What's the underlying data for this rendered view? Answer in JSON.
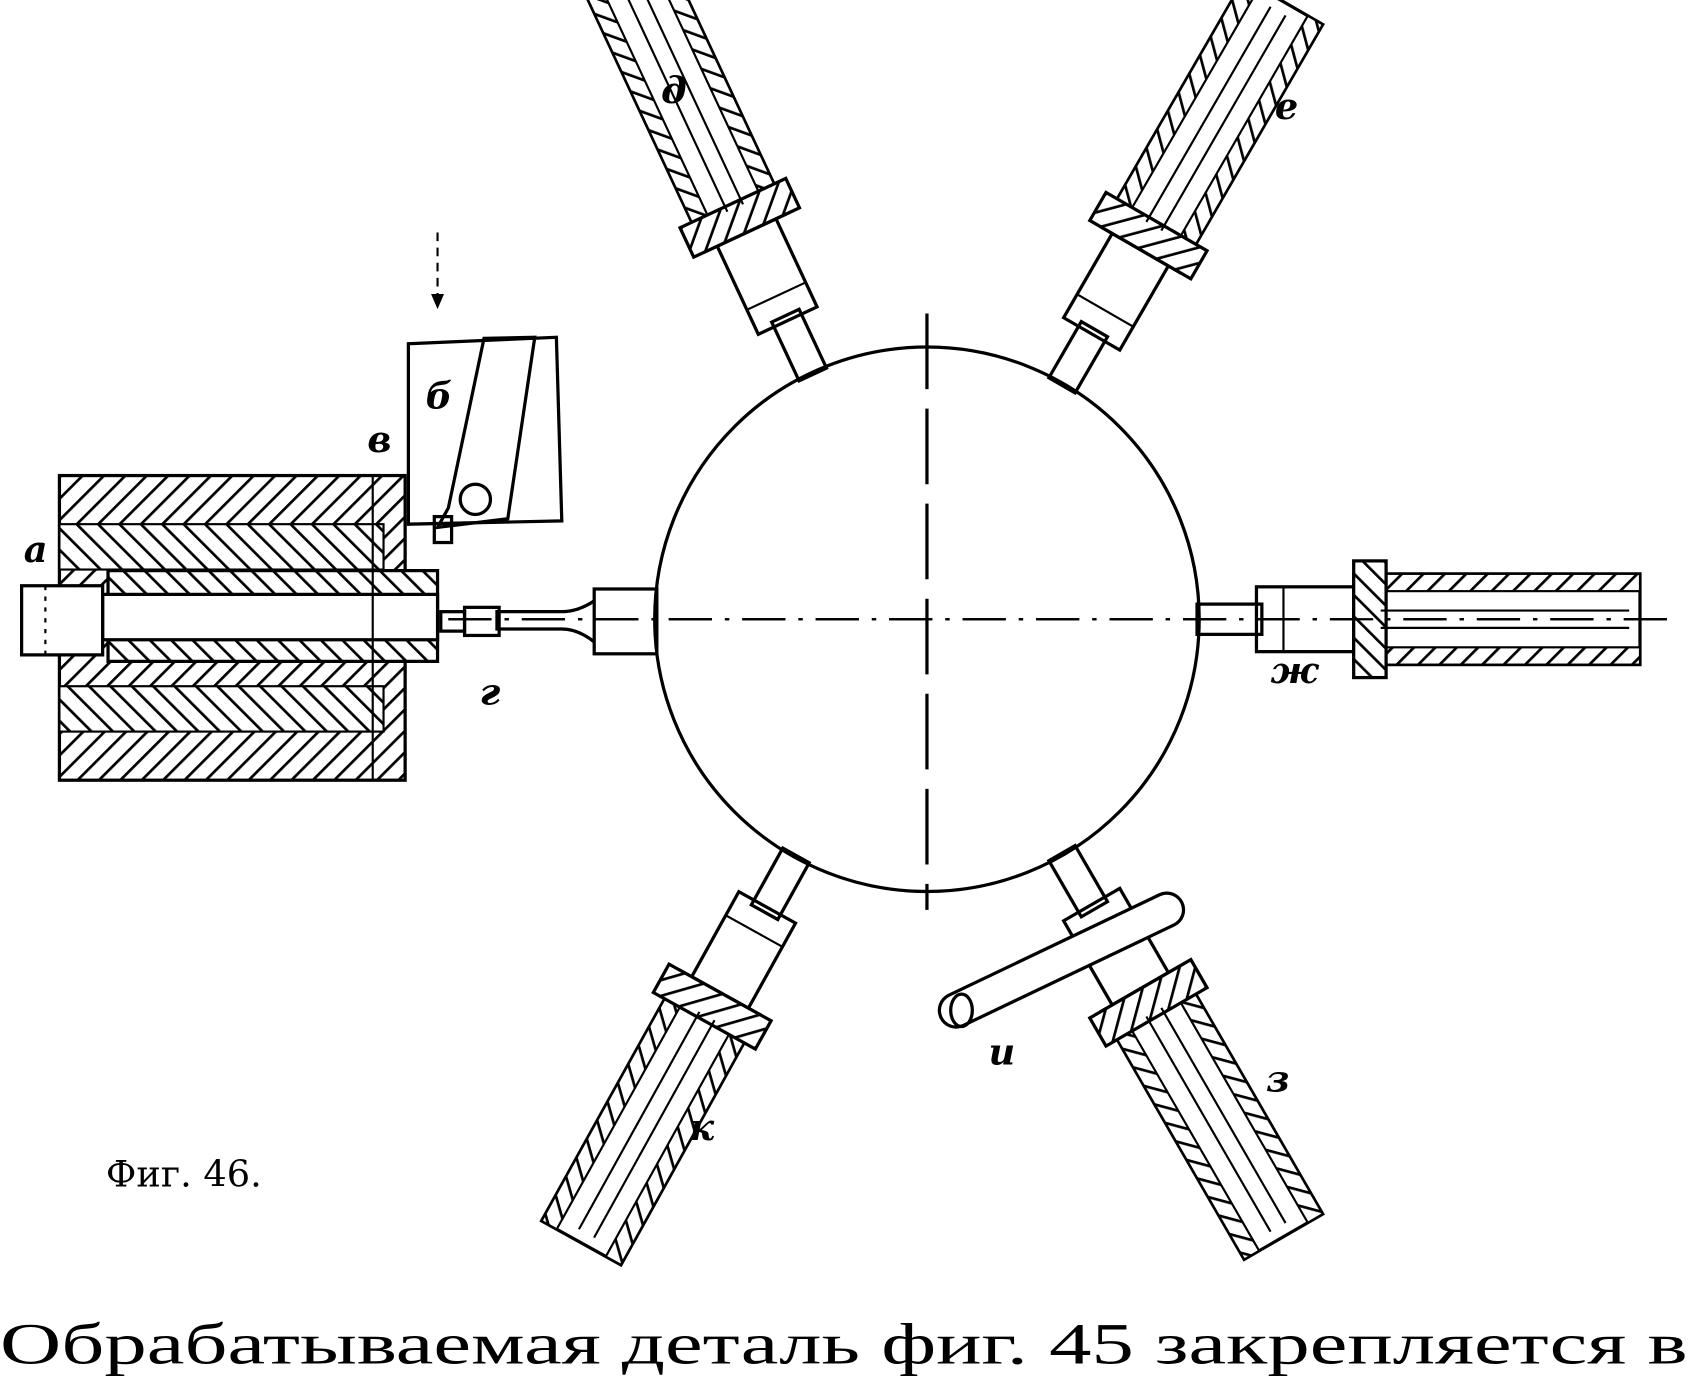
{
  "figure": {
    "caption_label": "Фиг. 46.",
    "labels": {
      "a": "а",
      "b": "б",
      "v": "в",
      "g": "г",
      "d": "д",
      "e": "е",
      "zh": "ж",
      "z": "з",
      "i": "и",
      "k": "к"
    }
  },
  "body_text": "Обрабатываемая деталь фиг. 45 закрепляется в"
}
